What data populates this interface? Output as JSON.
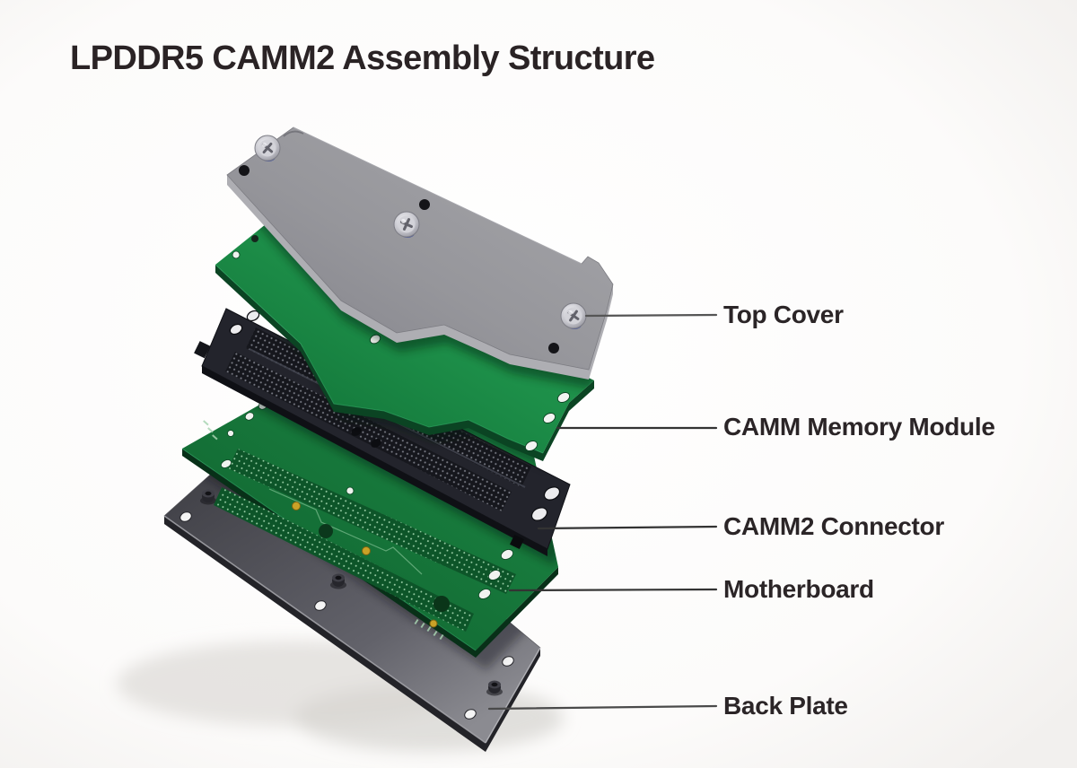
{
  "title": "LPDDR5 CAMM2 Assembly Structure",
  "diagram": {
    "parts": [
      {
        "label": "Top Cover"
      },
      {
        "label": "CAMM Memory Module"
      },
      {
        "label": "CAMM2 Connector"
      },
      {
        "label": "Motherboard"
      },
      {
        "label": "Back Plate"
      }
    ],
    "colors": {
      "background": "#ffffff",
      "title_text": "#2a2325",
      "label_text": "#2b2527",
      "leader_line": "#333333",
      "top_cover_gray": "#96969b",
      "pcb_green": "#1d8a46",
      "connector_dark": "#23242c",
      "back_plate_gray": "#4b4b51",
      "screw_silver": "#c9c9cf"
    }
  }
}
